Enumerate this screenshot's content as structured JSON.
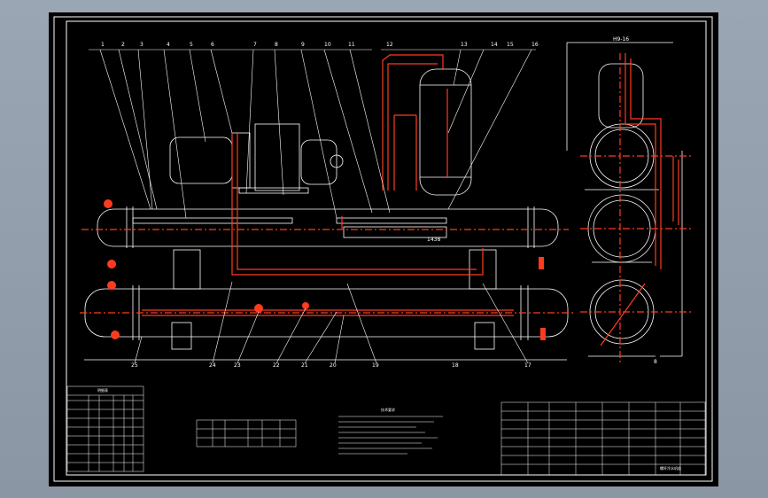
{
  "drawing": {
    "background": "#000000",
    "frame_color": "#ffffff",
    "pipe_color": "#ff3b1f",
    "vessel_color": "#ffffff",
    "center_line_color": "#ff3b1f",
    "accent_yellow": "#ffd21f"
  },
  "part_numbers": {
    "top": [
      "1",
      "2",
      "3",
      "4",
      "5",
      "6",
      "7",
      "8",
      "9",
      "10",
      "11",
      "12",
      "13",
      "14",
      "15",
      "16"
    ],
    "bottom": [
      "25",
      "24",
      "23",
      "22",
      "21",
      "20",
      "19",
      "18",
      "17"
    ]
  },
  "dimensions": {
    "length_center": "1438",
    "side_top": "H9-16",
    "bottom_mark": "8"
  },
  "tables": {
    "left_header": "明细表",
    "notes_header": "技术要求",
    "title_block_label": "螺杆冷水机组"
  }
}
